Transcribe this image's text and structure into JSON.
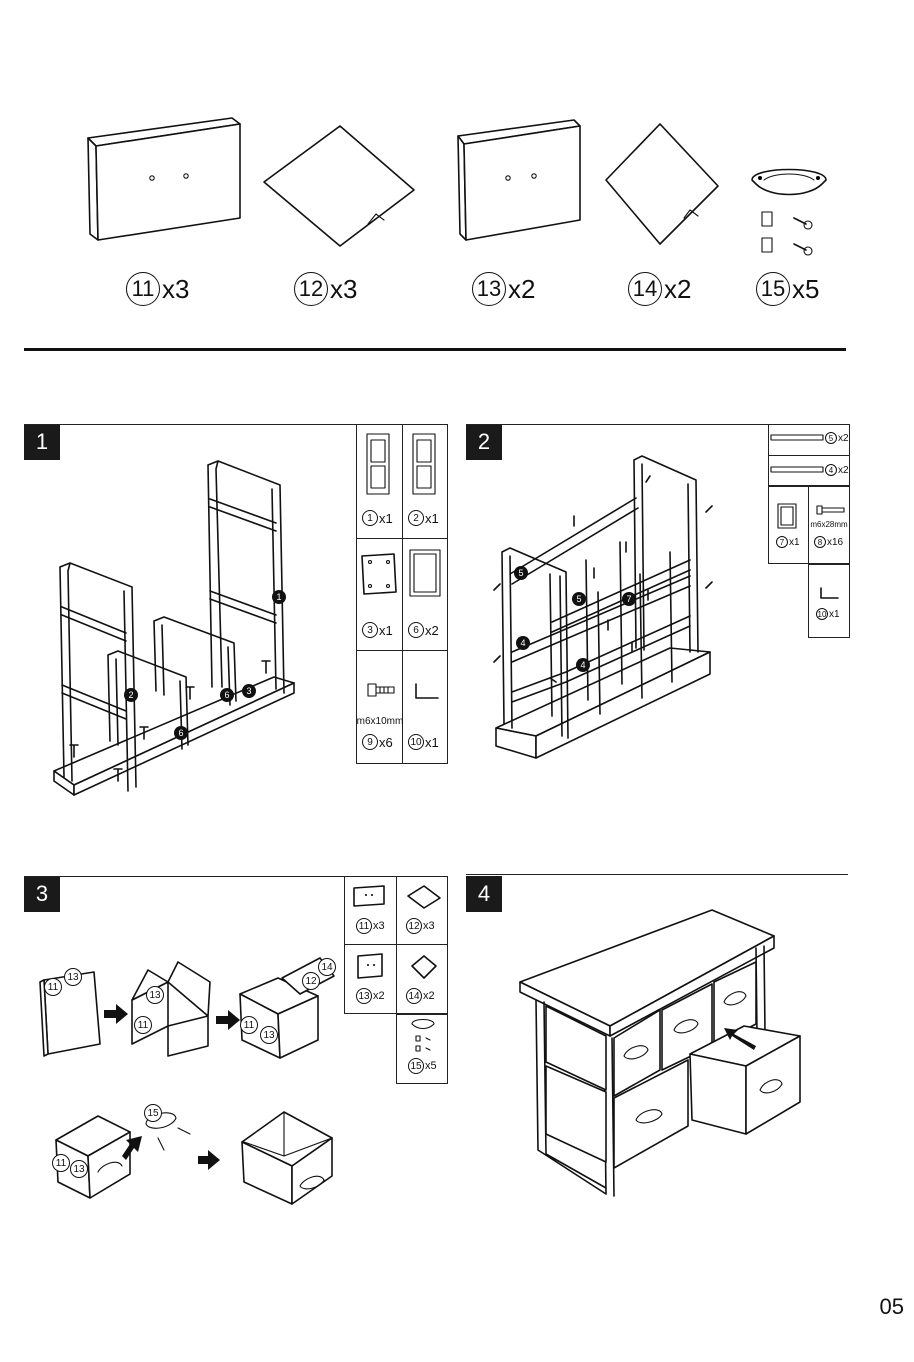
{
  "parts_overview": [
    {
      "number": "11",
      "count": "x3"
    },
    {
      "number": "12",
      "count": "x3"
    },
    {
      "number": "13",
      "count": "x2"
    },
    {
      "number": "14",
      "count": "x2"
    },
    {
      "number": "15",
      "count": "x5"
    }
  ],
  "steps": [
    {
      "number": "1",
      "parts": [
        {
          "number": "1",
          "count": "x1"
        },
        {
          "number": "2",
          "count": "x1"
        },
        {
          "number": "3",
          "count": "x1"
        },
        {
          "number": "6",
          "count": "x2"
        },
        {
          "number": "9",
          "count": "x6",
          "spec": "m6x10mm"
        },
        {
          "number": "10",
          "count": "x1"
        }
      ],
      "callouts": [
        "1",
        "2",
        "6",
        "3",
        "6"
      ]
    },
    {
      "number": "2",
      "parts": [
        {
          "number": "5",
          "count": "x2"
        },
        {
          "number": "4",
          "count": "x2"
        },
        {
          "number": "7",
          "count": "x1"
        },
        {
          "number": "8",
          "count": "x16",
          "spec": "m6x28mm"
        },
        {
          "number": "10",
          "count": "x1"
        }
      ],
      "callouts": [
        "5",
        "5",
        "7",
        "4",
        "4"
      ]
    },
    {
      "number": "3",
      "parts": [
        {
          "number": "11",
          "count": "x3"
        },
        {
          "number": "12",
          "count": "x3"
        },
        {
          "number": "13",
          "count": "x2"
        },
        {
          "number": "14",
          "count": "x2"
        },
        {
          "number": "15",
          "count": "x5"
        }
      ],
      "callouts": [
        "11",
        "13",
        "13",
        "11",
        "11",
        "13",
        "12",
        "14",
        "15",
        "11",
        "13"
      ]
    },
    {
      "number": "4"
    }
  ],
  "page_number": "05"
}
